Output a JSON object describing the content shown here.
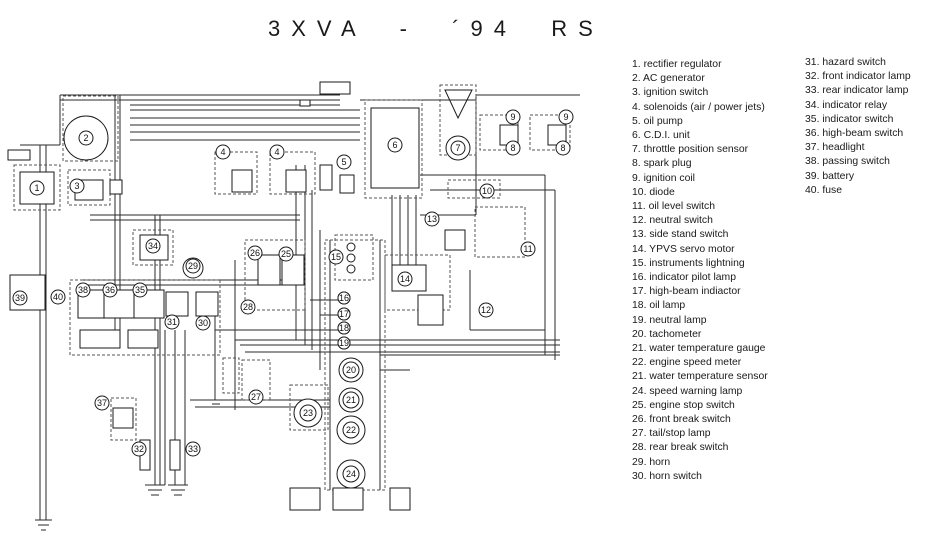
{
  "title": "3XVA  -  ´94  RS",
  "components": [
    {
      "num": "1",
      "label": "rectifier regulator"
    },
    {
      "num": "2",
      "label": "AC generator"
    },
    {
      "num": "3",
      "label": "ignition switch"
    },
    {
      "num": "4",
      "label": "solenoids (air / power jets)"
    },
    {
      "num": "5",
      "label": "oil pump"
    },
    {
      "num": "6",
      "label": "C.D.I. unit"
    },
    {
      "num": "7",
      "label": "throttle position sensor"
    },
    {
      "num": "8",
      "label": "spark plug"
    },
    {
      "num": "9",
      "label": "ignition coil"
    },
    {
      "num": "10",
      "label": "diode"
    },
    {
      "num": "11",
      "label": "oil level switch"
    },
    {
      "num": "12",
      "label": "neutral switch"
    },
    {
      "num": "13",
      "label": "side stand switch"
    },
    {
      "num": "14",
      "label": "YPVS servo motor"
    },
    {
      "num": "15",
      "label": "instruments lightning"
    },
    {
      "num": "16",
      "label": "indicator pilot lamp"
    },
    {
      "num": "17",
      "label": "high-beam indiactor"
    },
    {
      "num": "18",
      "label": "oil lamp"
    },
    {
      "num": "19",
      "label": "neutral lamp"
    },
    {
      "num": "20",
      "label": "tachometer"
    },
    {
      "num": "21",
      "label": "water temperature gauge"
    },
    {
      "num": "22",
      "label": "engine speed meter"
    },
    {
      "num": "21",
      "label": "water temperature sensor"
    },
    {
      "num": "24",
      "label": "speed warning lamp"
    },
    {
      "num": "25",
      "label": "engine stop switch"
    },
    {
      "num": "26",
      "label": "front break switch"
    },
    {
      "num": "27",
      "label": "tail/stop lamp"
    },
    {
      "num": "28",
      "label": "rear break switch"
    },
    {
      "num": "29",
      "label": "horn"
    },
    {
      "num": "30",
      "label": "horn switch"
    },
    {
      "num": "31",
      "label": "hazard switch"
    },
    {
      "num": "32",
      "label": "front indicator lamp"
    },
    {
      "num": "33",
      "label": "rear indicator lamp"
    },
    {
      "num": "34",
      "label": "indicator relay"
    },
    {
      "num": "35",
      "label": "indicator switch"
    },
    {
      "num": "36",
      "label": "high-beam switch"
    },
    {
      "num": "37",
      "label": "headlight"
    },
    {
      "num": "38",
      "label": "passing switch"
    },
    {
      "num": "39",
      "label": "battery"
    },
    {
      "num": "40",
      "label": "fuse"
    }
  ],
  "diagram_callouts": [
    "1",
    "2",
    "3",
    "4",
    "4",
    "5",
    "6",
    "7",
    "8",
    "8",
    "9",
    "9",
    "10",
    "11",
    "12",
    "13",
    "14",
    "15",
    "16",
    "17",
    "18",
    "19",
    "20",
    "21",
    "22",
    "23",
    "24",
    "25",
    "26",
    "27",
    "28",
    "29",
    "30",
    "31",
    "32",
    "33",
    "34",
    "35",
    "36",
    "37",
    "38",
    "39",
    "40"
  ],
  "colors": {
    "ink": "#1a1a1a",
    "wire": "#2a2a2a",
    "paper": "#ffffff",
    "dashed_box": "#555555"
  }
}
